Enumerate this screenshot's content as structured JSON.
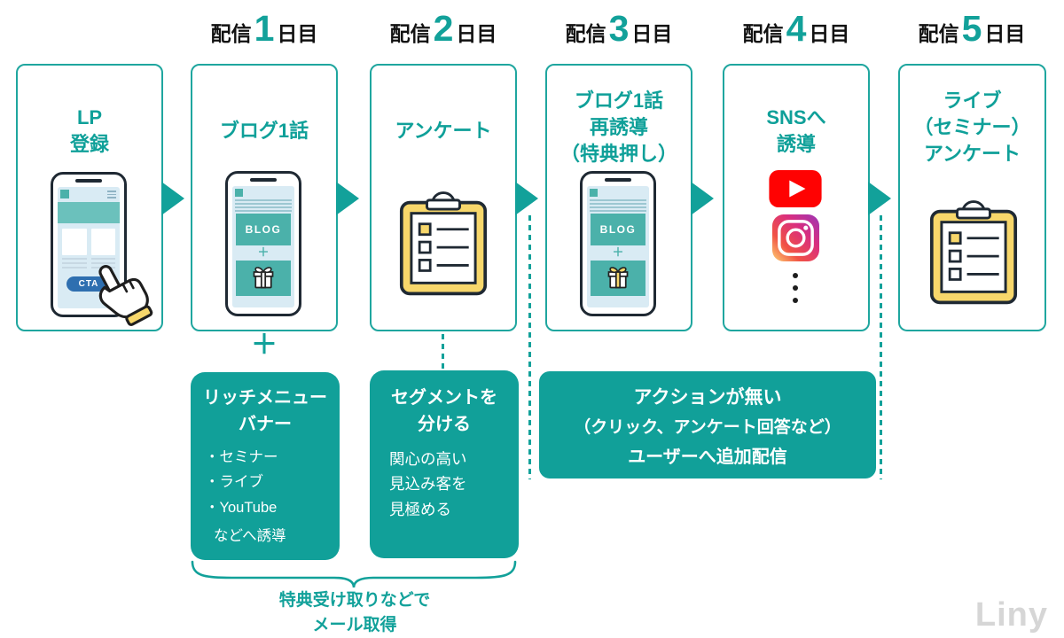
{
  "colors": {
    "teal": "#12A19A",
    "note_teal": "#11A099",
    "yellow": "#F7D76B",
    "cta_blue": "#2E6FB0",
    "youtube_red": "#FF0202",
    "screen_blue": "#D9EBF4",
    "logo_gray": "#D6D6D6"
  },
  "day_headers": [
    {
      "prefix": "配信",
      "num": "1",
      "suffix": "日目"
    },
    {
      "prefix": "配信",
      "num": "2",
      "suffix": "日目"
    },
    {
      "prefix": "配信",
      "num": "3",
      "suffix": "日目"
    },
    {
      "prefix": "配信",
      "num": "4",
      "suffix": "日目"
    },
    {
      "prefix": "配信",
      "num": "5",
      "suffix": "日目"
    }
  ],
  "flow_boxes": [
    {
      "title_lines": [
        "LP",
        "登録"
      ]
    },
    {
      "title_lines": [
        "ブログ1話"
      ]
    },
    {
      "title_lines": [
        "アンケート"
      ]
    },
    {
      "title_lines": [
        "ブログ1話",
        "再誘導",
        "（特典押し）"
      ]
    },
    {
      "title_lines": [
        "SNSへ",
        "誘導"
      ]
    },
    {
      "title_lines": [
        "ライブ",
        "（セミナー）",
        "アンケート"
      ]
    }
  ],
  "phone_ui": {
    "blog_label": "BLOG",
    "cta_label": "CTA",
    "plus": "＋"
  },
  "plus_between": "＋",
  "note_rich_menu": {
    "title_line1": "リッチメニュー",
    "title_line2": "バナー",
    "bullets": [
      "・セミナー",
      "・ライブ",
      "・YouTube"
    ],
    "footer": "などへ誘導"
  },
  "note_segment": {
    "title_line1": "セグメントを",
    "title_line2": "分ける",
    "body_lines": [
      "関心の高い",
      "見込み客を",
      "見極める"
    ]
  },
  "note_action": {
    "line1": "アクションが無い",
    "line2": "（クリック、アンケート回答など）",
    "line3": "ユーザーへ追加配信"
  },
  "brace_caption": {
    "line1": "特典受け取りなどで",
    "line2": "メール取得"
  },
  "logo": "Liny"
}
